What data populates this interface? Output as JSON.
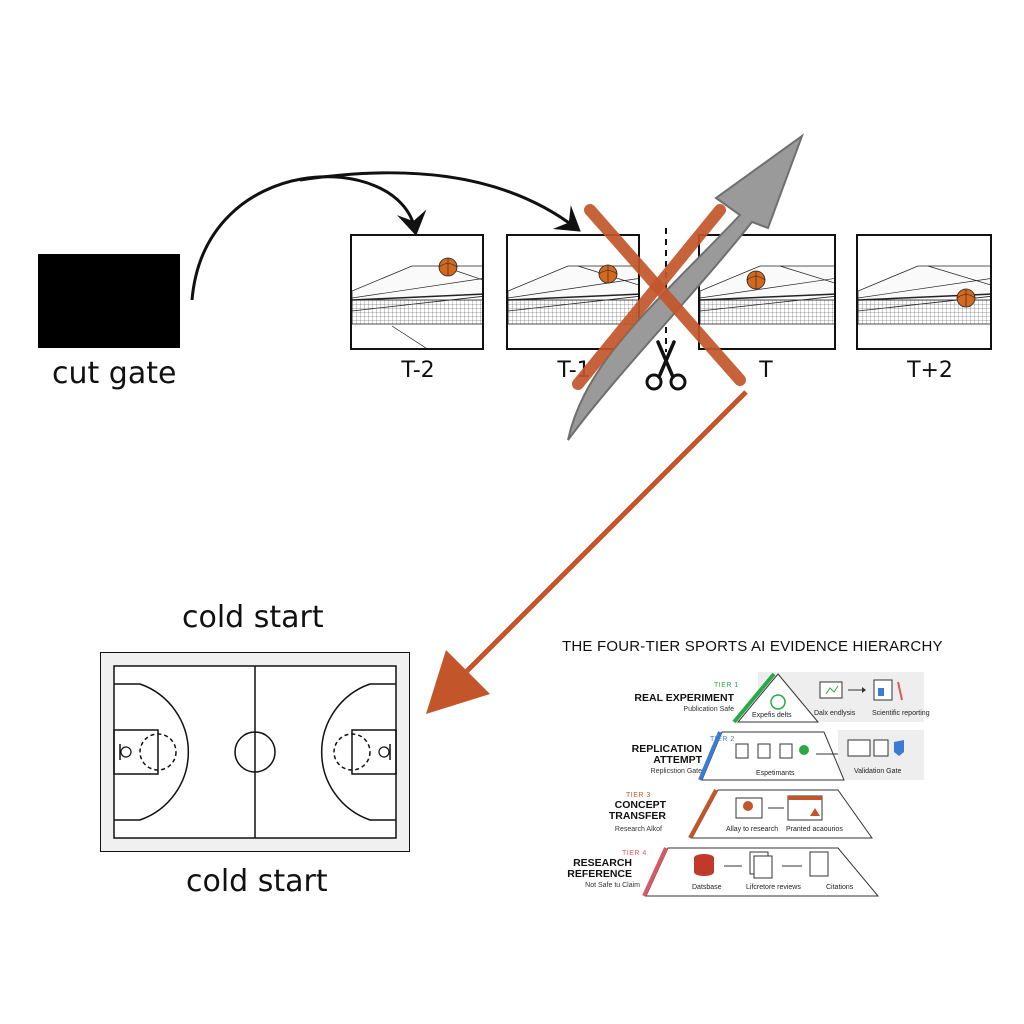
{
  "labels": {
    "cut_gate": "cut gate",
    "cold_start_top": "cold start",
    "cold_start_bottom": "cold start"
  },
  "frames": [
    {
      "label": "T-2"
    },
    {
      "label": "T-1"
    },
    {
      "label": "T"
    },
    {
      "label": "T+2"
    }
  ],
  "colors": {
    "orange": "#c2562a",
    "gray_arrow": "#9a9a9a",
    "ball": "#d2691e",
    "tier1": "#2aa84a",
    "tier2": "#3a7bd5",
    "tier3": "#c2562a",
    "tier4": "#d65a63"
  },
  "icons": {
    "scissors": "scissors-icon"
  },
  "hierarchy": {
    "title": "THE FOUR-TIER SPORTS AI EVIDENCE HIERARCHY",
    "tiers": [
      {
        "num": "TIER 1",
        "name": "REAL EXPERIMENT",
        "sub": "Publication Safe",
        "steps": [
          "Expefis delts",
          "Dalx endlysis",
          "Scientific reporting"
        ]
      },
      {
        "num": "TIER 2",
        "name": "REPLICATION ATTEMPT",
        "sub": "Replicstion Gate",
        "steps": [
          "Espetimants",
          "Validation Gate"
        ]
      },
      {
        "num": "TIER 3",
        "name": "CONCEPT TRANSFER",
        "sub": "Research Alkof",
        "steps": [
          "Allay to research",
          "Pranted acaourios"
        ]
      },
      {
        "num": "TIER 4",
        "name": "RESEARCH REFERENCE",
        "sub": "Not Safe tu Claim",
        "steps": [
          "Datsbase",
          "Lifcretore reviews",
          "Citations"
        ]
      }
    ]
  }
}
